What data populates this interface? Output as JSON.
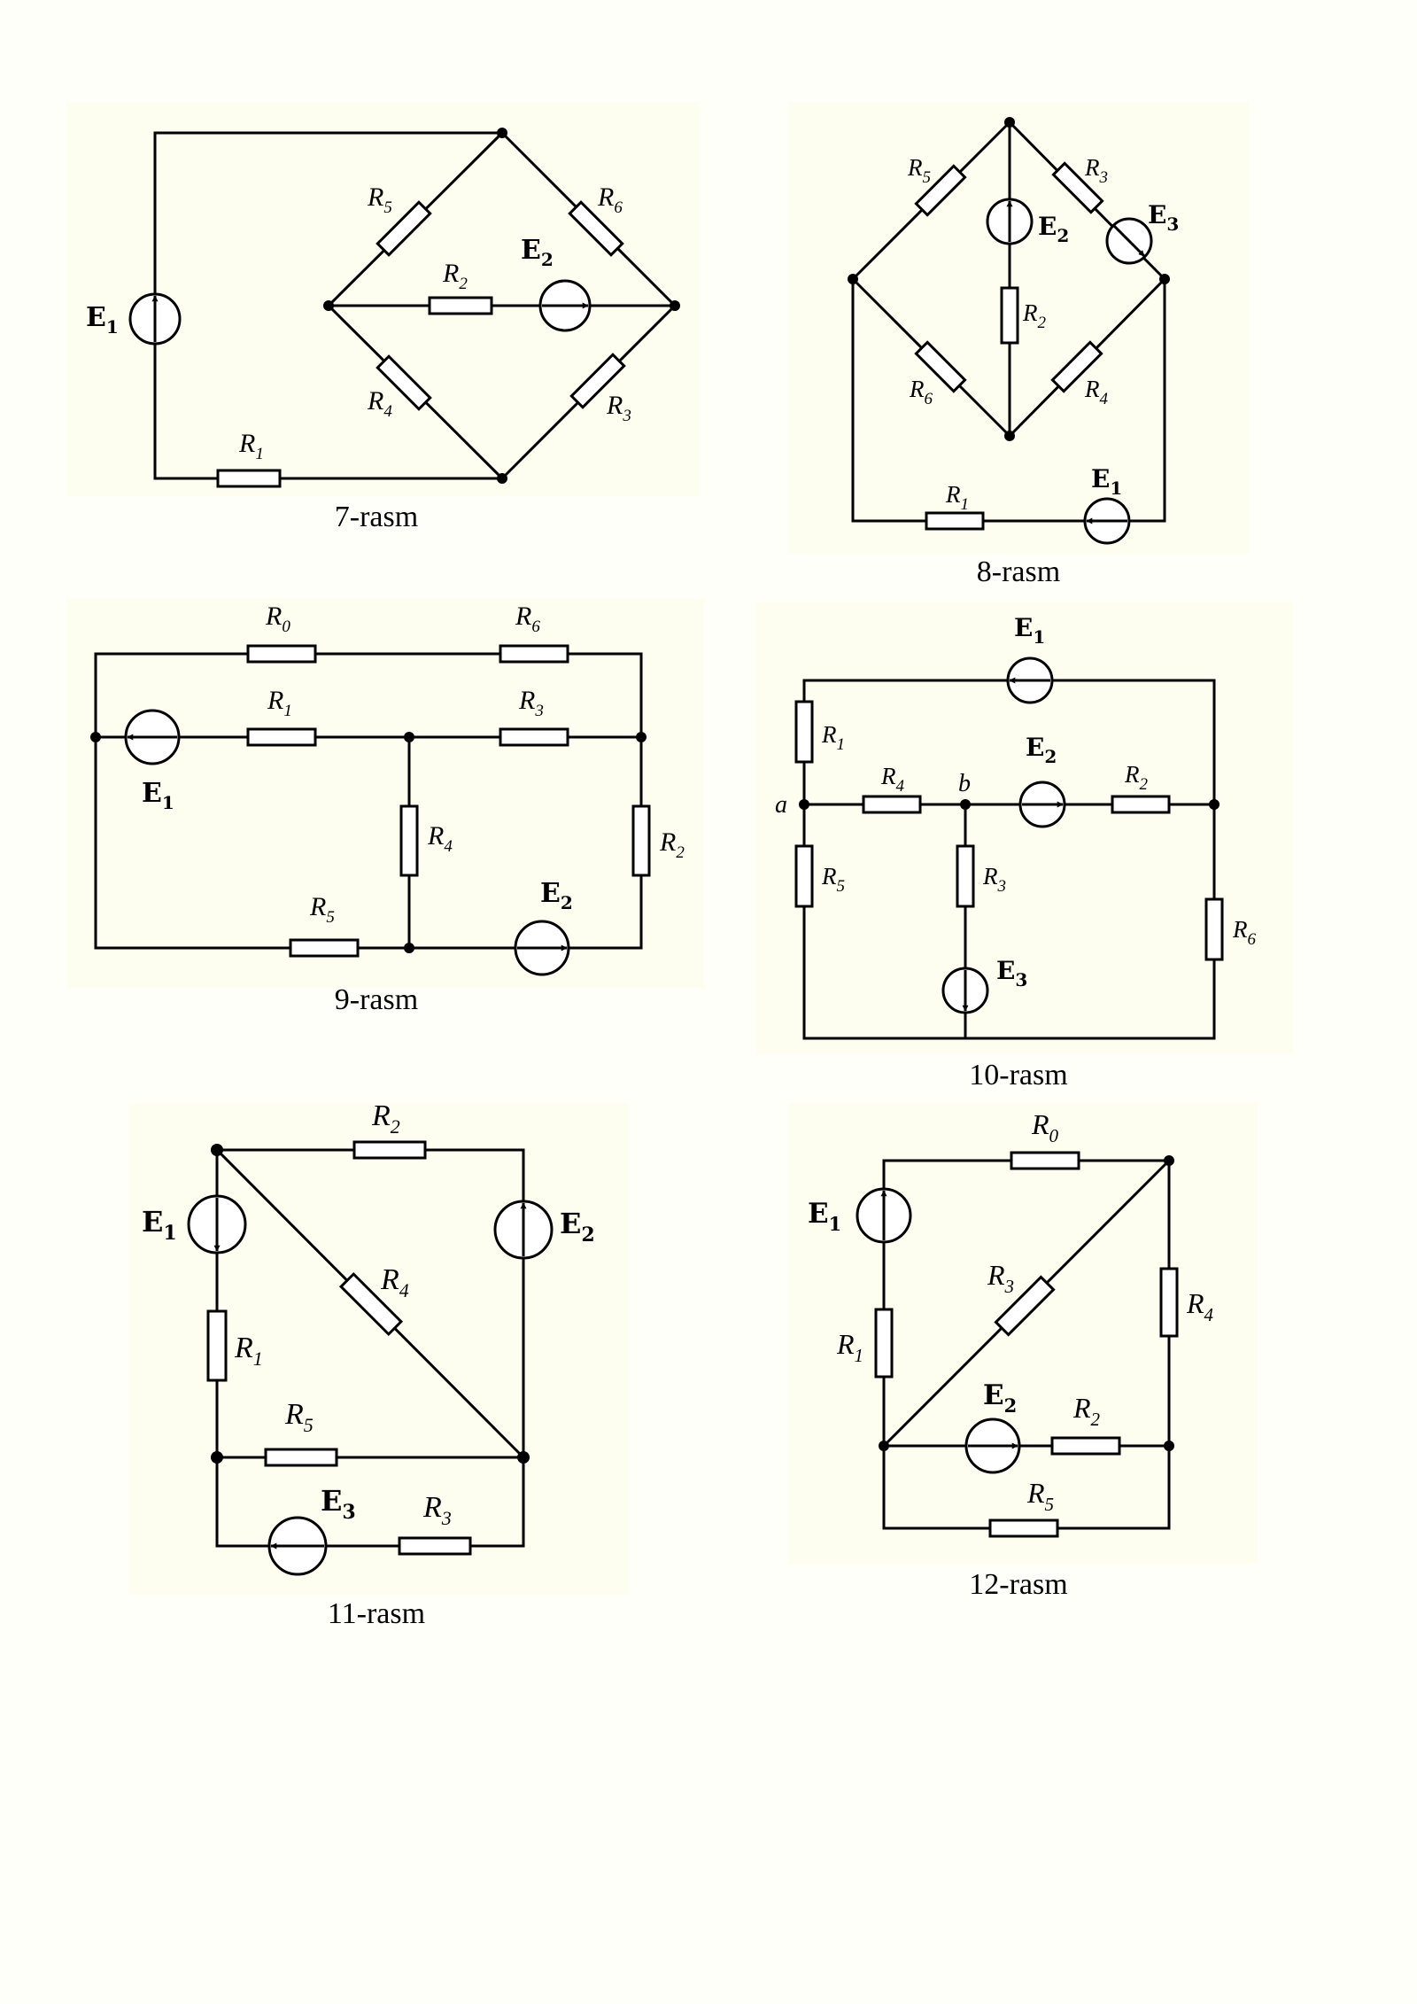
{
  "figures": [
    {
      "caption": "7-rasm",
      "resistors": [
        {
          "base": "R",
          "sub": "5"
        },
        {
          "base": "R",
          "sub": "6"
        },
        {
          "base": "R",
          "sub": "2"
        },
        {
          "base": "R",
          "sub": "4"
        },
        {
          "base": "R",
          "sub": "3"
        },
        {
          "base": "R",
          "sub": "1"
        }
      ],
      "sources": [
        {
          "base": "E",
          "sub": "1"
        },
        {
          "base": "E",
          "sub": "2"
        }
      ]
    },
    {
      "caption": "8-rasm",
      "resistors": [
        {
          "base": "R",
          "sub": "5"
        },
        {
          "base": "R",
          "sub": "3"
        },
        {
          "base": "R",
          "sub": "2"
        },
        {
          "base": "R",
          "sub": "6"
        },
        {
          "base": "R",
          "sub": "4"
        },
        {
          "base": "R",
          "sub": "1"
        }
      ],
      "sources": [
        {
          "base": "E",
          "sub": "2"
        },
        {
          "base": "E",
          "sub": "3"
        },
        {
          "base": "E",
          "sub": "1"
        }
      ]
    },
    {
      "caption": "9-rasm",
      "resistors": [
        {
          "base": "R",
          "sub": "0"
        },
        {
          "base": "R",
          "sub": "6"
        },
        {
          "base": "R",
          "sub": "1"
        },
        {
          "base": "R",
          "sub": "3"
        },
        {
          "base": "R",
          "sub": "4"
        },
        {
          "base": "R",
          "sub": "2"
        },
        {
          "base": "R",
          "sub": "5"
        }
      ],
      "sources": [
        {
          "base": "E",
          "sub": "1"
        },
        {
          "base": "E",
          "sub": "2"
        }
      ]
    },
    {
      "caption": "10-rasm",
      "resistors": [
        {
          "base": "R",
          "sub": "1"
        },
        {
          "base": "R",
          "sub": "4"
        },
        {
          "base": "R",
          "sub": "2"
        },
        {
          "base": "R",
          "sub": "5"
        },
        {
          "base": "R",
          "sub": "3"
        },
        {
          "base": "R",
          "sub": "6"
        }
      ],
      "sources": [
        {
          "base": "E",
          "sub": "1"
        },
        {
          "base": "E",
          "sub": "2"
        },
        {
          "base": "E",
          "sub": "3"
        }
      ],
      "nodes": [
        "a",
        "b"
      ]
    },
    {
      "caption": "11-rasm",
      "resistors": [
        {
          "base": "R",
          "sub": "2"
        },
        {
          "base": "R",
          "sub": "4"
        },
        {
          "base": "R",
          "sub": "1"
        },
        {
          "base": "R",
          "sub": "5"
        },
        {
          "base": "R",
          "sub": "3"
        }
      ],
      "sources": [
        {
          "base": "E",
          "sub": "1"
        },
        {
          "base": "E",
          "sub": "2"
        },
        {
          "base": "E",
          "sub": "3"
        }
      ]
    },
    {
      "caption": "12-rasm",
      "resistors": [
        {
          "base": "R",
          "sub": "0"
        },
        {
          "base": "R",
          "sub": "3"
        },
        {
          "base": "R",
          "sub": "4"
        },
        {
          "base": "R",
          "sub": "1"
        },
        {
          "base": "R",
          "sub": "2"
        },
        {
          "base": "R",
          "sub": "5"
        }
      ],
      "sources": [
        {
          "base": "E",
          "sub": "1"
        },
        {
          "base": "E",
          "sub": "2"
        }
      ]
    }
  ]
}
